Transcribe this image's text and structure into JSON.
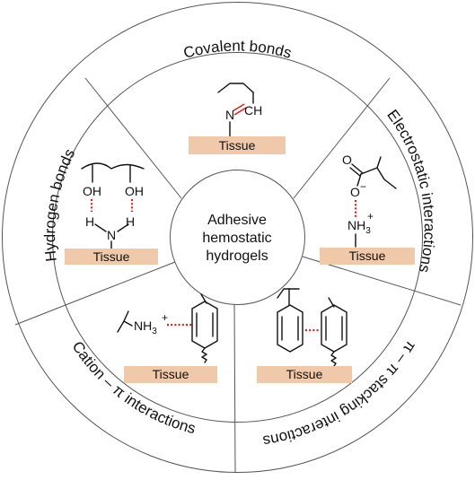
{
  "center": {
    "line1": "Adhesive",
    "line2": "hemostatic",
    "line3": "hydrogels"
  },
  "ring_labels": {
    "covalent": "Covalent bonds",
    "electrostatic": "Electrostatic interactions",
    "pi_pi": "π – π stacking interactions",
    "cation_pi": "Cation – π interactions",
    "hydrogen": "Hydrogen bonds"
  },
  "tissue_label": "Tissue",
  "chem": {
    "covalent": {
      "n": "N",
      "ch": "CH"
    },
    "electrostatic": {
      "o": "O",
      "o_minus": "O",
      "minus": "−",
      "nh3": "NH",
      "nh3_sub": "3",
      "plus": "+"
    },
    "hydrogen": {
      "oh": "OH",
      "h": "H",
      "n": "N"
    },
    "cation": {
      "nh3": "NH",
      "nh3_sub": "3",
      "plus": "+"
    }
  },
  "colors": {
    "tissue": "#efc9a9",
    "interaction": "#e0211b"
  }
}
